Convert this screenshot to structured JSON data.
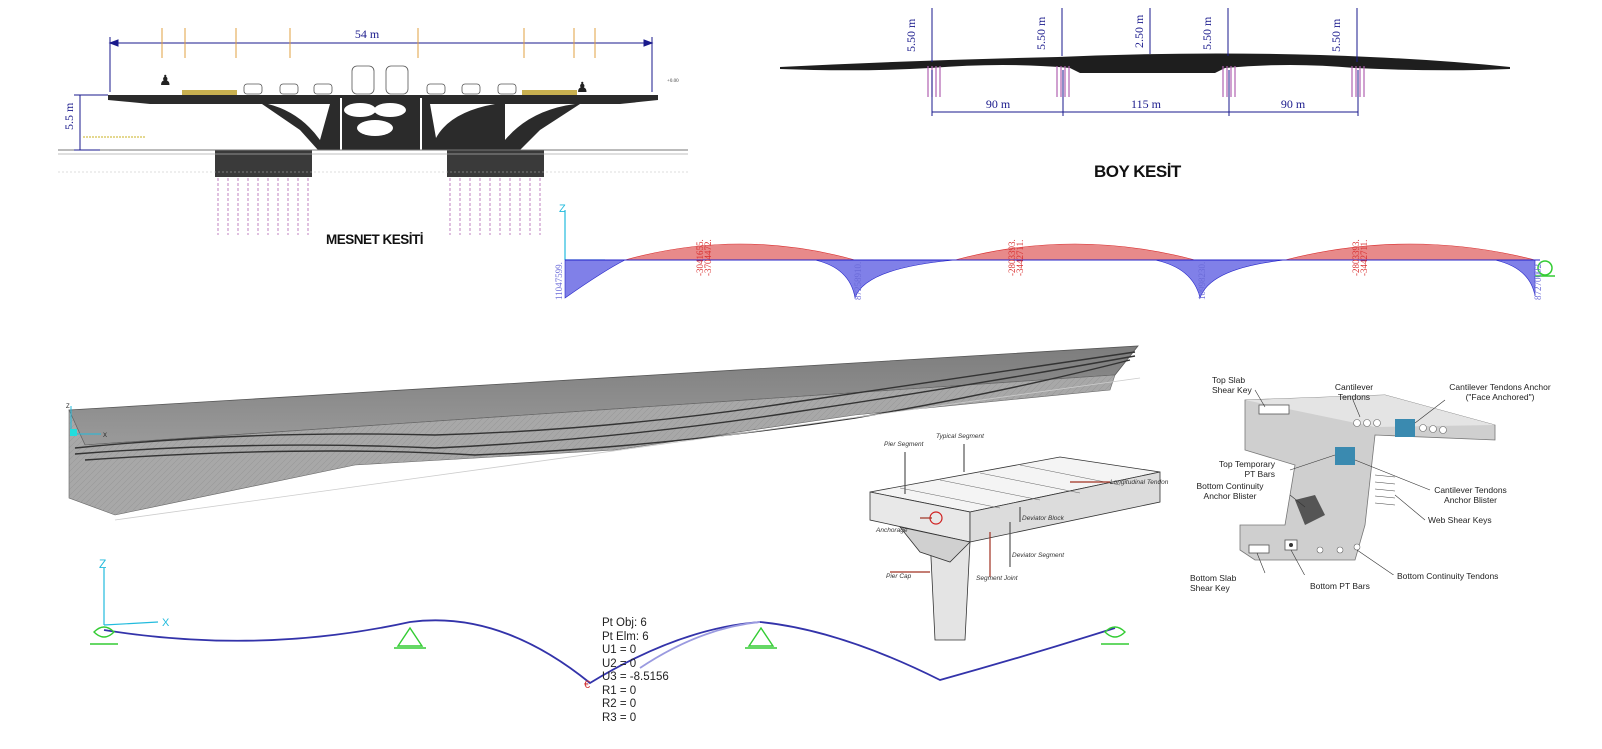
{
  "cross_section": {
    "width_label": "54 m",
    "height_label": "5.5 m",
    "level_label": "+0.00",
    "title": "MESNET KESİTİ"
  },
  "long_section": {
    "depth_labels": [
      "5.50 m",
      "5.50 m",
      "2.50 m",
      "5.50 m",
      "5.50 m"
    ],
    "span_labels": [
      "90 m",
      "115 m",
      "90 m"
    ],
    "title": "BOY KESİT"
  },
  "moment_diagram": {
    "axis_label": "Z",
    "values": [
      "11047599.",
      "-3041655.",
      "-3704472.",
      "87258910.",
      "-2803393.",
      "-3442711.",
      "10998230.",
      "-2803393.",
      "-3442711.",
      "87270002."
    ]
  },
  "deflection_diagram": {
    "axis_z": "Z",
    "axis_x": "X",
    "readout": {
      "pt_obj": "Pt Obj: 6",
      "pt_elm": "Pt Elm: 6",
      "u1": "U1 =  0",
      "u2": "U2 =  0",
      "u3": "U3 = -8.5156",
      "r1": "R1 =  0",
      "r2": "R2 =  0",
      "r3": "R3 =  0"
    }
  },
  "box_girder_model": {
    "axis_z": "Z",
    "axis_x": "X"
  },
  "segment_diagram": {
    "labels": {
      "pier_segment": "Pier Segment",
      "typical_segment": "Typical Segment",
      "longitudinal_tendon": "Longitudinal Tendon",
      "deviator_block": "Deviator Block",
      "anchorage": "Anchorage",
      "deviator_segment": "Deviator Segment",
      "pier_cap": "Pier Cap",
      "segment_joint": "Segment Joint"
    }
  },
  "segment_section": {
    "labels": {
      "top_slab_shear_key": "Top Slab\nShear Key",
      "cantilever_tendons": "Cantilever\nTendons",
      "cantilever_anchor": "Cantilever Tendons Anchor\n(\"Face Anchored\")",
      "top_temporary_pt": "Top Temporary\nPT Bars",
      "bottom_continuity_blister": "Bottom Continuity\nAnchor Blister",
      "cantilever_blister": "Cantilever Tendons\nAnchor Blister",
      "web_shear_keys": "Web Shear Keys",
      "bottom_slab_shear_key": "Bottom Slab\nShear Key",
      "bottom_pt_bars": "Bottom PT Bars",
      "bottom_continuity_tendons": "Bottom Continuity Tendons"
    }
  },
  "colors": {
    "dimension": "#1a1a8c",
    "pile": "#b060b0",
    "positive_moment": "#d93030",
    "negative_moment": "#2323c8",
    "support": "#33cc33",
    "axis": "#22bbdd",
    "deflection": "#3333aa"
  }
}
